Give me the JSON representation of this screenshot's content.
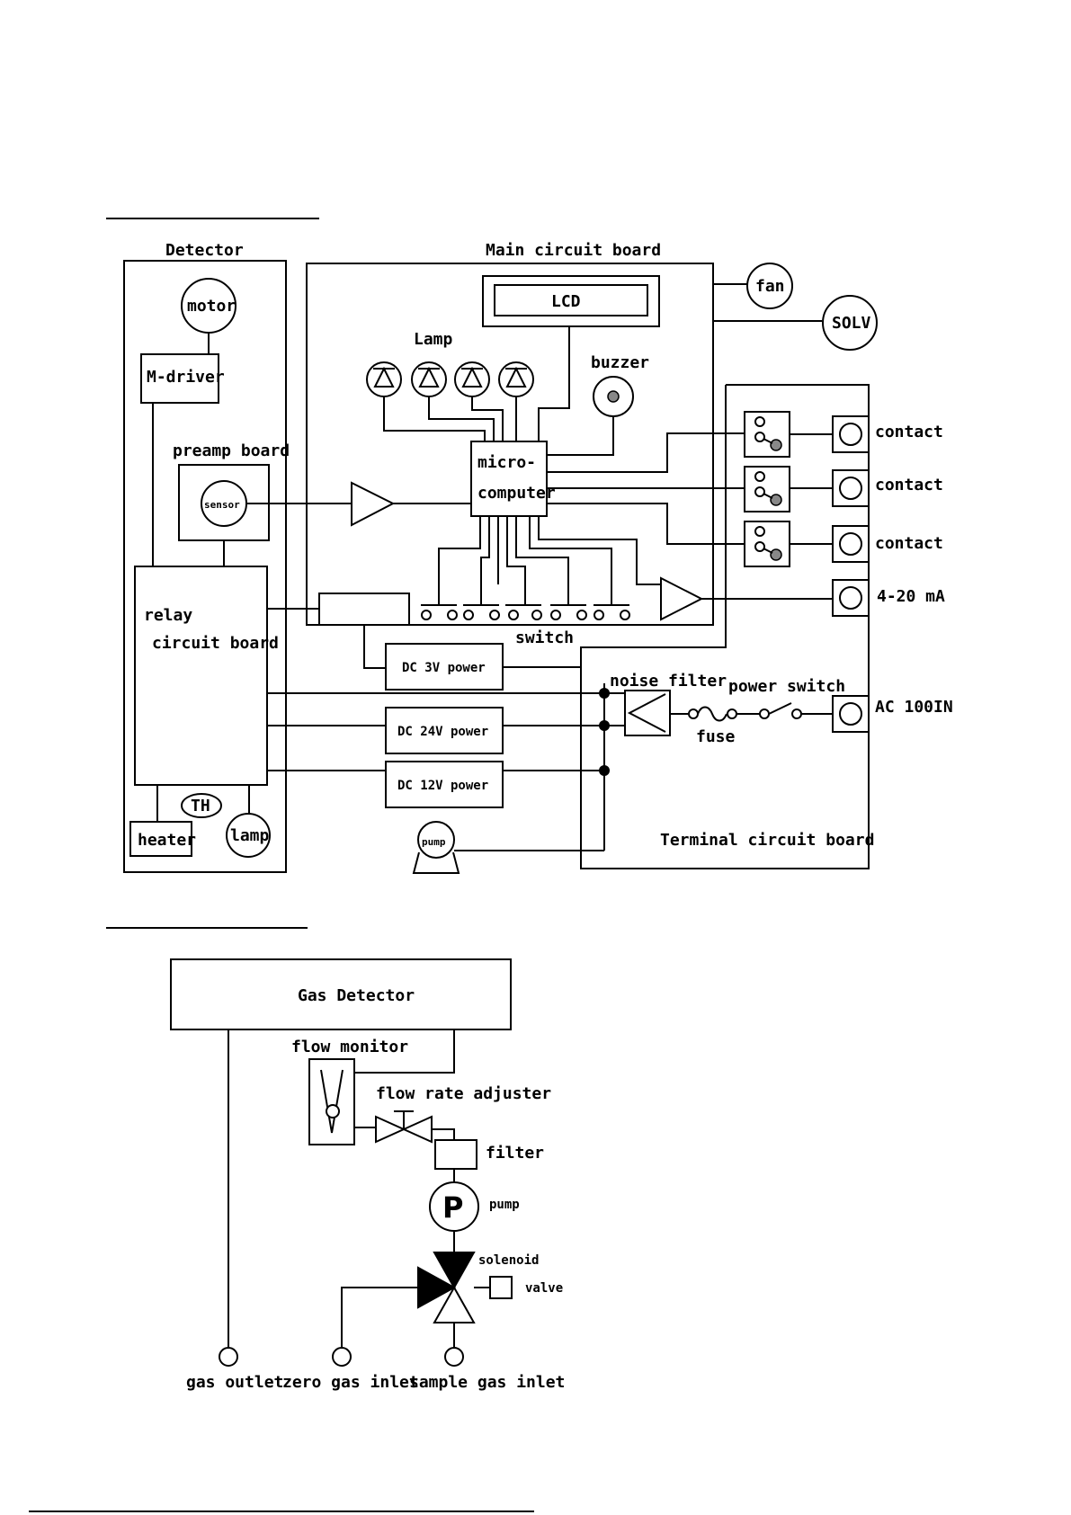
{
  "circuit": {
    "detector_title": "Detector",
    "main_board_title": "Main circuit board",
    "lcd": "LCD",
    "fan": "fan",
    "solv": "SOLV",
    "lamp_label": "Lamp",
    "buzzer": "buzzer",
    "motor": "motor",
    "m_driver": "M-driver",
    "preamp_board": "preamp board",
    "sensor": "sensor",
    "micro_line1": "micro-",
    "micro_line2": "computer",
    "relay_line1": "relay",
    "relay_line2": "circuit board",
    "switch_label": "switch",
    "contacts": [
      "contact",
      "contact",
      "contact"
    ],
    "output_4_20": "4-20 mA",
    "dc3v": "DC 3V power",
    "dc24v": "DC 24V power",
    "dc12v": "DC 12V power",
    "noise_filter": "noise filter",
    "power_switch": "power switch",
    "fuse": "fuse",
    "ac_in": "AC 100IN",
    "th": "TH",
    "heater": "heater",
    "lamp": "lamp",
    "pump": "pump",
    "terminal_board": "Terminal circuit board"
  },
  "flow": {
    "gas_detector": "Gas Detector",
    "flow_monitor": "flow monitor",
    "flow_rate_adjuster": "flow rate adjuster",
    "filter": "filter",
    "pump_symbol": "P",
    "pump": "pump",
    "solenoid": "solenoid",
    "valve": "valve",
    "gas_outlet": "gas outlet",
    "zero_gas_inlet": "zero gas inlet",
    "sample_gas_inlet": "sample gas inlet"
  }
}
